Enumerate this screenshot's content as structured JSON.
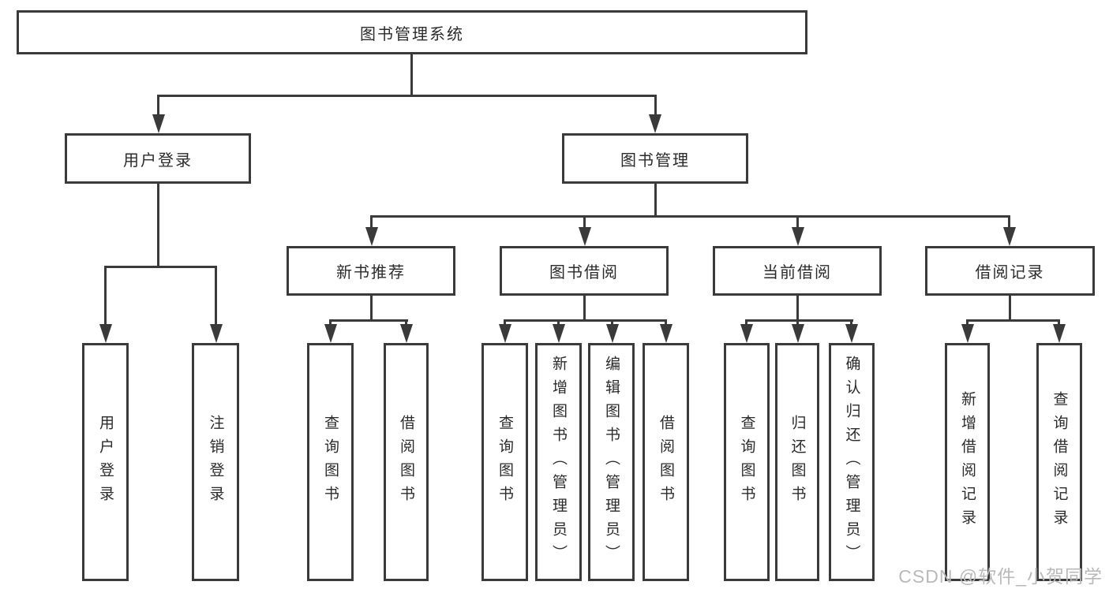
{
  "tree": {
    "root": {
      "label": "图书管理系统",
      "children": [
        {
          "label": "用户登录",
          "children": [
            {
              "label": "用户登录"
            },
            {
              "label": "注销登录"
            }
          ]
        },
        {
          "label": "图书管理",
          "children": [
            {
              "label": "新书推荐",
              "children": [
                {
                  "label": "查询图书"
                },
                {
                  "label": "借阅图书"
                }
              ]
            },
            {
              "label": "图书借阅",
              "children": [
                {
                  "label": "查询图书"
                },
                {
                  "label": "新增图书（管理员）"
                },
                {
                  "label": "编辑图书（管理员）"
                },
                {
                  "label": "借阅图书"
                }
              ]
            },
            {
              "label": "当前借阅",
              "children": [
                {
                  "label": "查询图书"
                },
                {
                  "label": "归还图书"
                },
                {
                  "label": "确认归还（管理员）"
                }
              ]
            },
            {
              "label": "借阅记录",
              "children": [
                {
                  "label": "新增借阅记录"
                },
                {
                  "label": "查询借阅记录"
                }
              ]
            }
          ]
        }
      ]
    }
  },
  "watermark": {
    "text": "CSDN @软件_小贺同学"
  },
  "colors": {
    "line": "#3a3a3a",
    "text": "#2b2b2b",
    "background": "#ffffff",
    "watermark": "#b9b9b9"
  }
}
